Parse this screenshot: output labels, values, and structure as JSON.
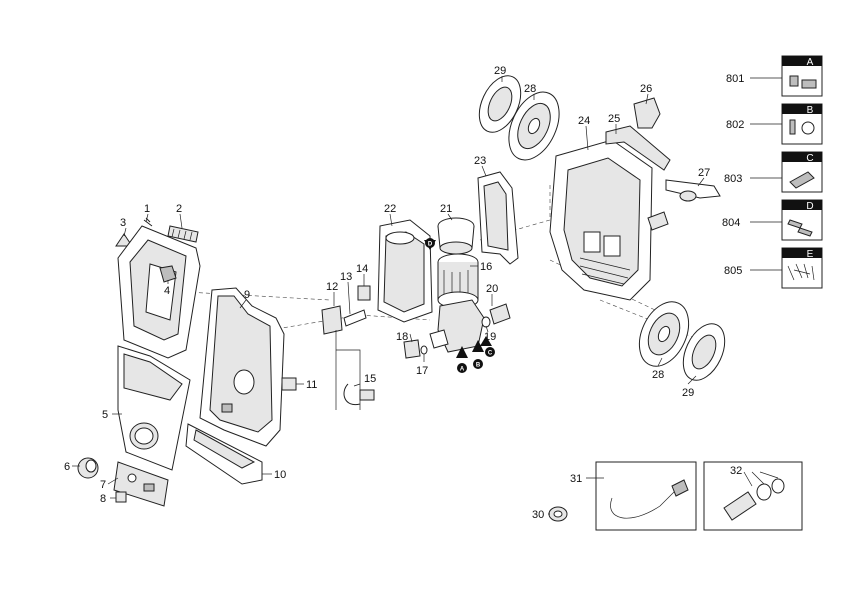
{
  "callouts": {
    "c1": "1",
    "c2": "2",
    "c3": "3",
    "c4": "4",
    "c5": "5",
    "c6": "6",
    "c7": "7",
    "c8": "8",
    "c9": "9",
    "c10": "10",
    "c11": "11",
    "c12": "12",
    "c13": "13",
    "c14": "14",
    "c15": "15",
    "c16": "16",
    "c17": "17",
    "c18": "18",
    "c19": "19",
    "c20": "20",
    "c21": "21",
    "c22": "22",
    "c23": "23",
    "c24": "24",
    "c25": "25",
    "c26": "26",
    "c27": "27",
    "c28a": "28",
    "c28b": "28",
    "c29a": "29",
    "c29b": "29",
    "c30": "30",
    "c31": "31",
    "c32": "32"
  },
  "kits": [
    {
      "code": "801",
      "letter": "A"
    },
    {
      "code": "802",
      "letter": "B"
    },
    {
      "code": "803",
      "letter": "C"
    },
    {
      "code": "804",
      "letter": "D"
    },
    {
      "code": "805",
      "letter": "E"
    }
  ],
  "badges": {
    "a": "A",
    "b": "B",
    "c": "C",
    "d": "D"
  },
  "colors": {
    "line": "#222222",
    "kit_header": "#111111",
    "fill_light": "#e6e6e6",
    "fill_dark": "#bdbdbd"
  }
}
